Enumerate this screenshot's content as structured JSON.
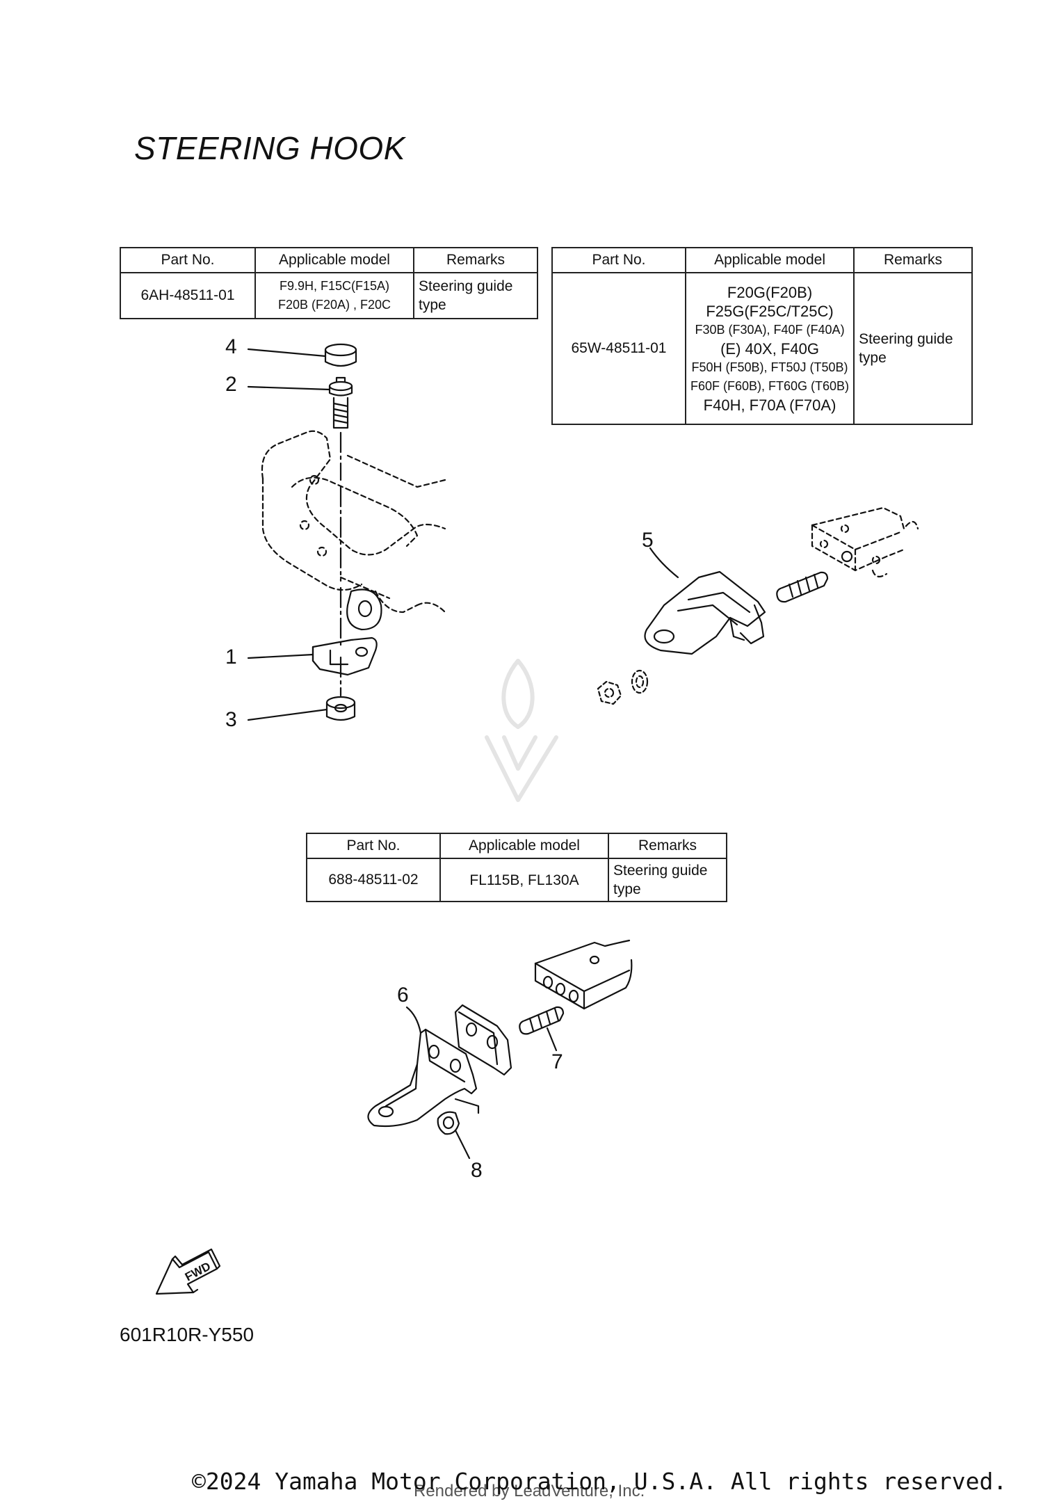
{
  "page": {
    "title": "STEERING HOOK",
    "diagram_code": "601R10R-Y550",
    "fwd_label": "FWD",
    "copyright": "©2024 Yamaha Motor Corporation, U.S.A. All rights reserved.",
    "rendered_by": "Rendered by LeadVenture, Inc."
  },
  "tables": {
    "headers": {
      "part_no": "Part No.",
      "model": "Applicable model",
      "remarks": "Remarks"
    },
    "t1": {
      "part_no": "6AH-48511-01",
      "models": [
        "F9.9H, F15C(F15A)",
        "F20B (F20A) , F20C"
      ],
      "remarks": [
        "Steering guide",
        "type"
      ]
    },
    "t2": {
      "part_no": "65W-48511-01",
      "models": [
        "F20G(F20B)",
        "F25G(F25C/T25C)",
        "F30B (F30A), F40F (F40A)",
        "(E) 40X, F40G",
        "F50H (F50B), FT50J (T50B)",
        "F60F (F60B), FT60G (T60B)",
        "F40H, F70A (F70A)"
      ],
      "remarks": [
        "Steering guide",
        "type"
      ]
    },
    "t3": {
      "part_no": "688-48511-02",
      "models": [
        "FL115B, FL130A"
      ],
      "remarks": [
        "Steering guide",
        "type"
      ]
    }
  },
  "callouts": [
    "1",
    "2",
    "3",
    "4",
    "5",
    "6",
    "7",
    "8"
  ]
}
